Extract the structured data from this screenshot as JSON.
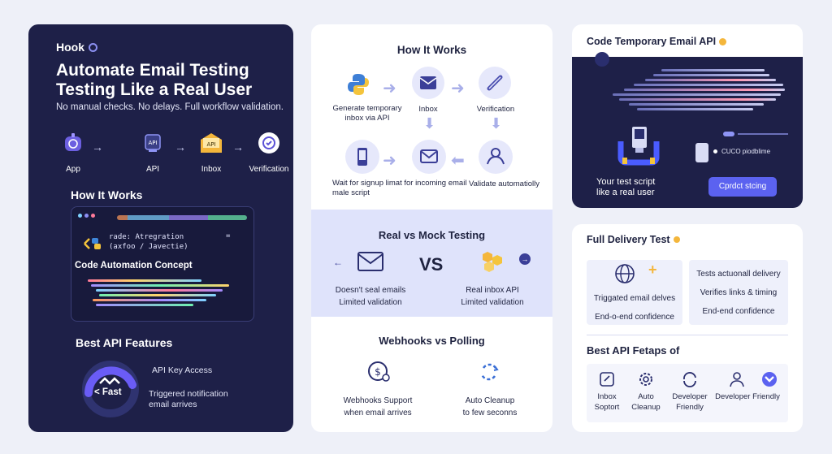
{
  "left": {
    "brand": "Hook",
    "title_line1": "Automate Email Testing",
    "title_line2": "Testing Like a Real User",
    "subtitle": "No manual checks. No delays. Full workflow validation.",
    "flow": [
      {
        "label": "App",
        "icon": "robot-icon"
      },
      {
        "label": "API",
        "icon": "api-chip-icon"
      },
      {
        "label": "Inbox",
        "icon": "inbox-envelope-icon"
      },
      {
        "label": "Verification",
        "icon": "verified-badge-icon"
      }
    ],
    "how_it_works": "How It Works",
    "code_snippet_line1": "rade: Atregration",
    "code_snippet_line2": "(axfoo / Javectie)",
    "code_symbol": "=",
    "code_concept": "Code Automation Concept",
    "best_features": "Best API Features",
    "feature_gauge_label": "< Fast",
    "feature_items": [
      "API Key Access",
      "Triggered notification email arrives"
    ]
  },
  "middle": {
    "how_title": "How It Works",
    "steps_top": [
      {
        "label": "Generate temporary inbox via API",
        "icon": "python-icon"
      },
      {
        "label": "Inbox",
        "icon": "inbox-icon"
      },
      {
        "label": "Verification",
        "icon": "link-icon"
      }
    ],
    "steps_bottom": [
      {
        "label": "Wait for signup limat for incoming email male script",
        "icon": "phone-icon"
      },
      {
        "label": "",
        "icon": "mail-icon"
      },
      {
        "label": "Validate automatiolly",
        "icon": "users-icon"
      }
    ],
    "real_vs_mock_title": "Real vs Mock Testing",
    "vs": "VS",
    "mock": {
      "line1": "Doesn't seal emails",
      "line2": "Limited validation"
    },
    "real": {
      "line1": "Real inbox API",
      "line2": "Limited validation"
    },
    "webhooks_title": "Webhooks vs Polling",
    "webhooks": {
      "line1": "Webhooks Support",
      "line2": "when email arrives"
    },
    "cleanup": {
      "line1": "Auto Cleanup",
      "line2": "to few seconns"
    }
  },
  "right_top": {
    "title": "Code Temporary Email API",
    "tagline_line1": "Your test script",
    "tagline_line2": "like a real user",
    "side_label": "CUCO piodblime",
    "button": "Cprdct stcing"
  },
  "right_bottom": {
    "title": "Full Delivery Test",
    "left_box": {
      "line1": "Triggated email delves",
      "line2": "End-o-end confidence"
    },
    "right_box": [
      "Tests actuonall delivery",
      "Verifies links & timing",
      "End-end confidence"
    ],
    "features_title": "Best API Fetaps of",
    "features": [
      {
        "label": "Inbox Soptort",
        "icon": "inbox-compose-icon"
      },
      {
        "label": "Auto Cleanup",
        "icon": "gear-icon"
      },
      {
        "label": "Developer Friendly",
        "icon": "refresh-icon"
      },
      {
        "label": "Developer Friendly",
        "icon": "person-icon"
      },
      {
        "label": "",
        "icon": "chevron-shield-icon"
      }
    ]
  },
  "colors": {
    "navy": "#1e2048",
    "accent": "#6a5cf6",
    "lavender": "#dfe3fb",
    "arrow": "#a9afe9"
  }
}
